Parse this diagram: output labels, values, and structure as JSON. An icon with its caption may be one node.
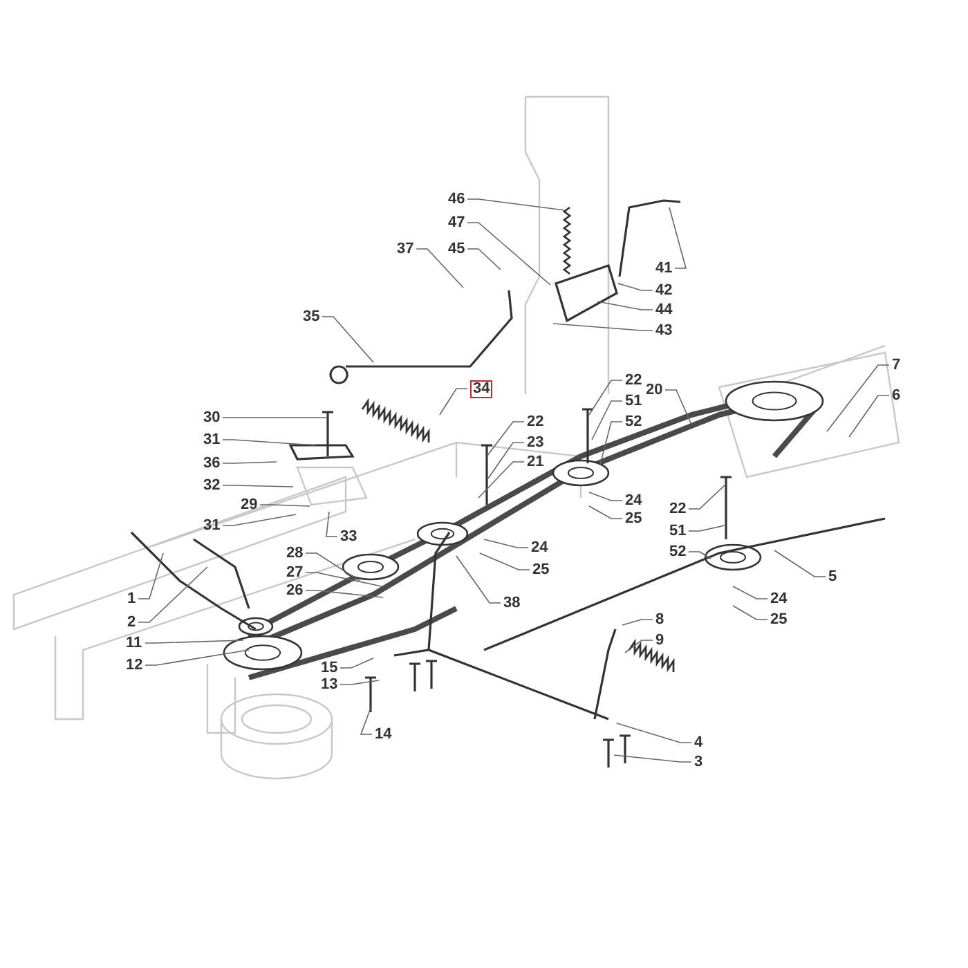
{
  "diagram": {
    "nodes": [
      {
        "text": [
          "46"
        ]
      },
      {
        "text": [
          "47"
        ]
      },
      {
        "text": [
          "37"
        ]
      },
      {
        "text": [
          "45"
        ]
      },
      {
        "text": [
          "41"
        ]
      },
      {
        "text": [
          "42"
        ]
      },
      {
        "text": [
          "44"
        ]
      },
      {
        "text": [
          "43"
        ]
      },
      {
        "text": [
          "35"
        ]
      },
      {
        "text": [
          "34"
        ]
      },
      {
        "text": [
          "30"
        ]
      },
      {
        "text": [
          "31"
        ]
      },
      {
        "text": [
          "36"
        ]
      },
      {
        "text": [
          "32"
        ]
      },
      {
        "text": [
          "29"
        ]
      },
      {
        "text": [
          "31"
        ]
      },
      {
        "text": [
          "33"
        ]
      },
      {
        "text": [
          "28"
        ]
      },
      {
        "text": [
          "27"
        ]
      },
      {
        "text": [
          "26"
        ]
      },
      {
        "text": [
          "1"
        ]
      },
      {
        "text": [
          "2"
        ]
      },
      {
        "text": [
          "11"
        ]
      },
      {
        "text": [
          "12"
        ]
      },
      {
        "text": [
          "22"
        ]
      },
      {
        "text": [
          "23"
        ]
      },
      {
        "text": [
          "21"
        ]
      },
      {
        "text": [
          "24"
        ]
      },
      {
        "text": [
          "25"
        ]
      },
      {
        "text": [
          "38"
        ]
      },
      {
        "text": [
          "22"
        ]
      },
      {
        "text": [
          "51"
        ]
      },
      {
        "text": [
          "52"
        ]
      },
      {
        "text": [
          "20"
        ]
      },
      {
        "text": [
          "7"
        ]
      },
      {
        "text": [
          "6"
        ]
      },
      {
        "text": [
          "24"
        ]
      },
      {
        "text": [
          "25"
        ]
      },
      {
        "text": [
          "22"
        ]
      },
      {
        "text": [
          "51"
        ]
      },
      {
        "text": [
          "52"
        ]
      },
      {
        "text": [
          "5"
        ]
      },
      {
        "text": [
          "8"
        ]
      },
      {
        "text": [
          "9"
        ]
      },
      {
        "text": [
          "24"
        ]
      },
      {
        "text": [
          "25"
        ]
      },
      {
        "text": [
          "15"
        ]
      },
      {
        "text": [
          "13"
        ]
      },
      {
        "text": [
          "14"
        ]
      },
      {
        "text": [
          "4"
        ]
      },
      {
        "text": [
          "3"
        ]
      }
    ],
    "edges": [
      {
        "from": 0,
        "to": null,
        "arrow": "none"
      },
      {
        "from": 1,
        "to": null,
        "arrow": "none"
      },
      {
        "from": 2,
        "to": null,
        "arrow": "none"
      },
      {
        "from": 3,
        "to": null,
        "arrow": "none"
      },
      {
        "from": 4,
        "to": null,
        "arrow": "none"
      },
      {
        "from": 5,
        "to": null,
        "arrow": "none"
      },
      {
        "from": 6,
        "to": null,
        "arrow": "none"
      },
      {
        "from": 7,
        "to": null,
        "arrow": "none"
      },
      {
        "from": 8,
        "to": null,
        "arrow": "none"
      },
      {
        "from": 9,
        "to": null,
        "arrow": "none"
      },
      {
        "from": 10,
        "to": null,
        "arrow": "none"
      },
      {
        "from": 11,
        "to": null,
        "arrow": "none"
      },
      {
        "from": 12,
        "to": null,
        "arrow": "none"
      },
      {
        "from": 13,
        "to": null,
        "arrow": "none"
      },
      {
        "from": 14,
        "to": null,
        "arrow": "none"
      },
      {
        "from": 15,
        "to": null,
        "arrow": "none"
      },
      {
        "from": 16,
        "to": null,
        "arrow": "none"
      },
      {
        "from": 17,
        "to": null,
        "arrow": "none"
      },
      {
        "from": 18,
        "to": null,
        "arrow": "none"
      },
      {
        "from": 19,
        "to": null,
        "arrow": "none"
      },
      {
        "from": 20,
        "to": null,
        "arrow": "none"
      },
      {
        "from": 21,
        "to": null,
        "arrow": "none"
      },
      {
        "from": 22,
        "to": null,
        "arrow": "none"
      },
      {
        "from": 23,
        "to": null,
        "arrow": "none"
      },
      {
        "from": 24,
        "to": null,
        "arrow": "none"
      },
      {
        "from": 25,
        "to": null,
        "arrow": "none"
      },
      {
        "from": 26,
        "to": null,
        "arrow": "none"
      },
      {
        "from": 27,
        "to": null,
        "arrow": "none"
      },
      {
        "from": 28,
        "to": null,
        "arrow": "none"
      },
      {
        "from": 29,
        "to": null,
        "arrow": "none"
      },
      {
        "from": 30,
        "to": null,
        "arrow": "none"
      },
      {
        "from": 31,
        "to": null,
        "arrow": "none"
      },
      {
        "from": 32,
        "to": null,
        "arrow": "none"
      },
      {
        "from": 33,
        "to": null,
        "arrow": "none"
      },
      {
        "from": 34,
        "to": null,
        "arrow": "none"
      },
      {
        "from": 35,
        "to": null,
        "arrow": "none"
      },
      {
        "from": 36,
        "to": null,
        "arrow": "none"
      },
      {
        "from": 37,
        "to": null,
        "arrow": "none"
      },
      {
        "from": 38,
        "to": null,
        "arrow": "none"
      },
      {
        "from": 39,
        "to": null,
        "arrow": "none"
      },
      {
        "from": 40,
        "to": null,
        "arrow": "none"
      },
      {
        "from": 41,
        "to": null,
        "arrow": "none"
      },
      {
        "from": 42,
        "to": null,
        "arrow": "none"
      },
      {
        "from": 43,
        "to": null,
        "arrow": "none"
      },
      {
        "from": 44,
        "to": null,
        "arrow": "none"
      },
      {
        "from": 45,
        "to": null,
        "arrow": "none"
      },
      {
        "from": 46,
        "to": null,
        "arrow": "none"
      },
      {
        "from": 47,
        "to": null,
        "arrow": "none"
      },
      {
        "from": 48,
        "to": null,
        "arrow": "none"
      },
      {
        "from": 49,
        "to": null,
        "arrow": "none"
      },
      {
        "from": 50,
        "to": null,
        "arrow": "none"
      }
    ]
  }
}
